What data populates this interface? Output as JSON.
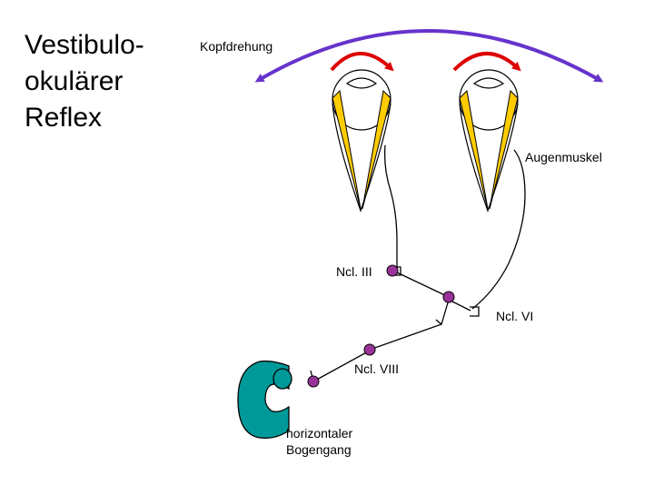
{
  "title_lines": [
    "Vestibulo-",
    "okulärer",
    "Reflex"
  ],
  "labels": {
    "head_rotation": "Kopfdrehung",
    "eye_muscle": "Augenmuskel",
    "ncl_iii": "Ncl. III",
    "ncl_vi": "Ncl. VI",
    "ncl_viii": "Ncl. VIII",
    "canal_line1": "horizontaler",
    "canal_line2": "Bogengang"
  },
  "colors": {
    "head_rotation_arrow": "#6633cc",
    "eye_rotation_arrow": "#dd0000",
    "eye_muscle": "#ffcc00",
    "neuron_body": "#993399",
    "semicircular_canal": "#009999"
  }
}
